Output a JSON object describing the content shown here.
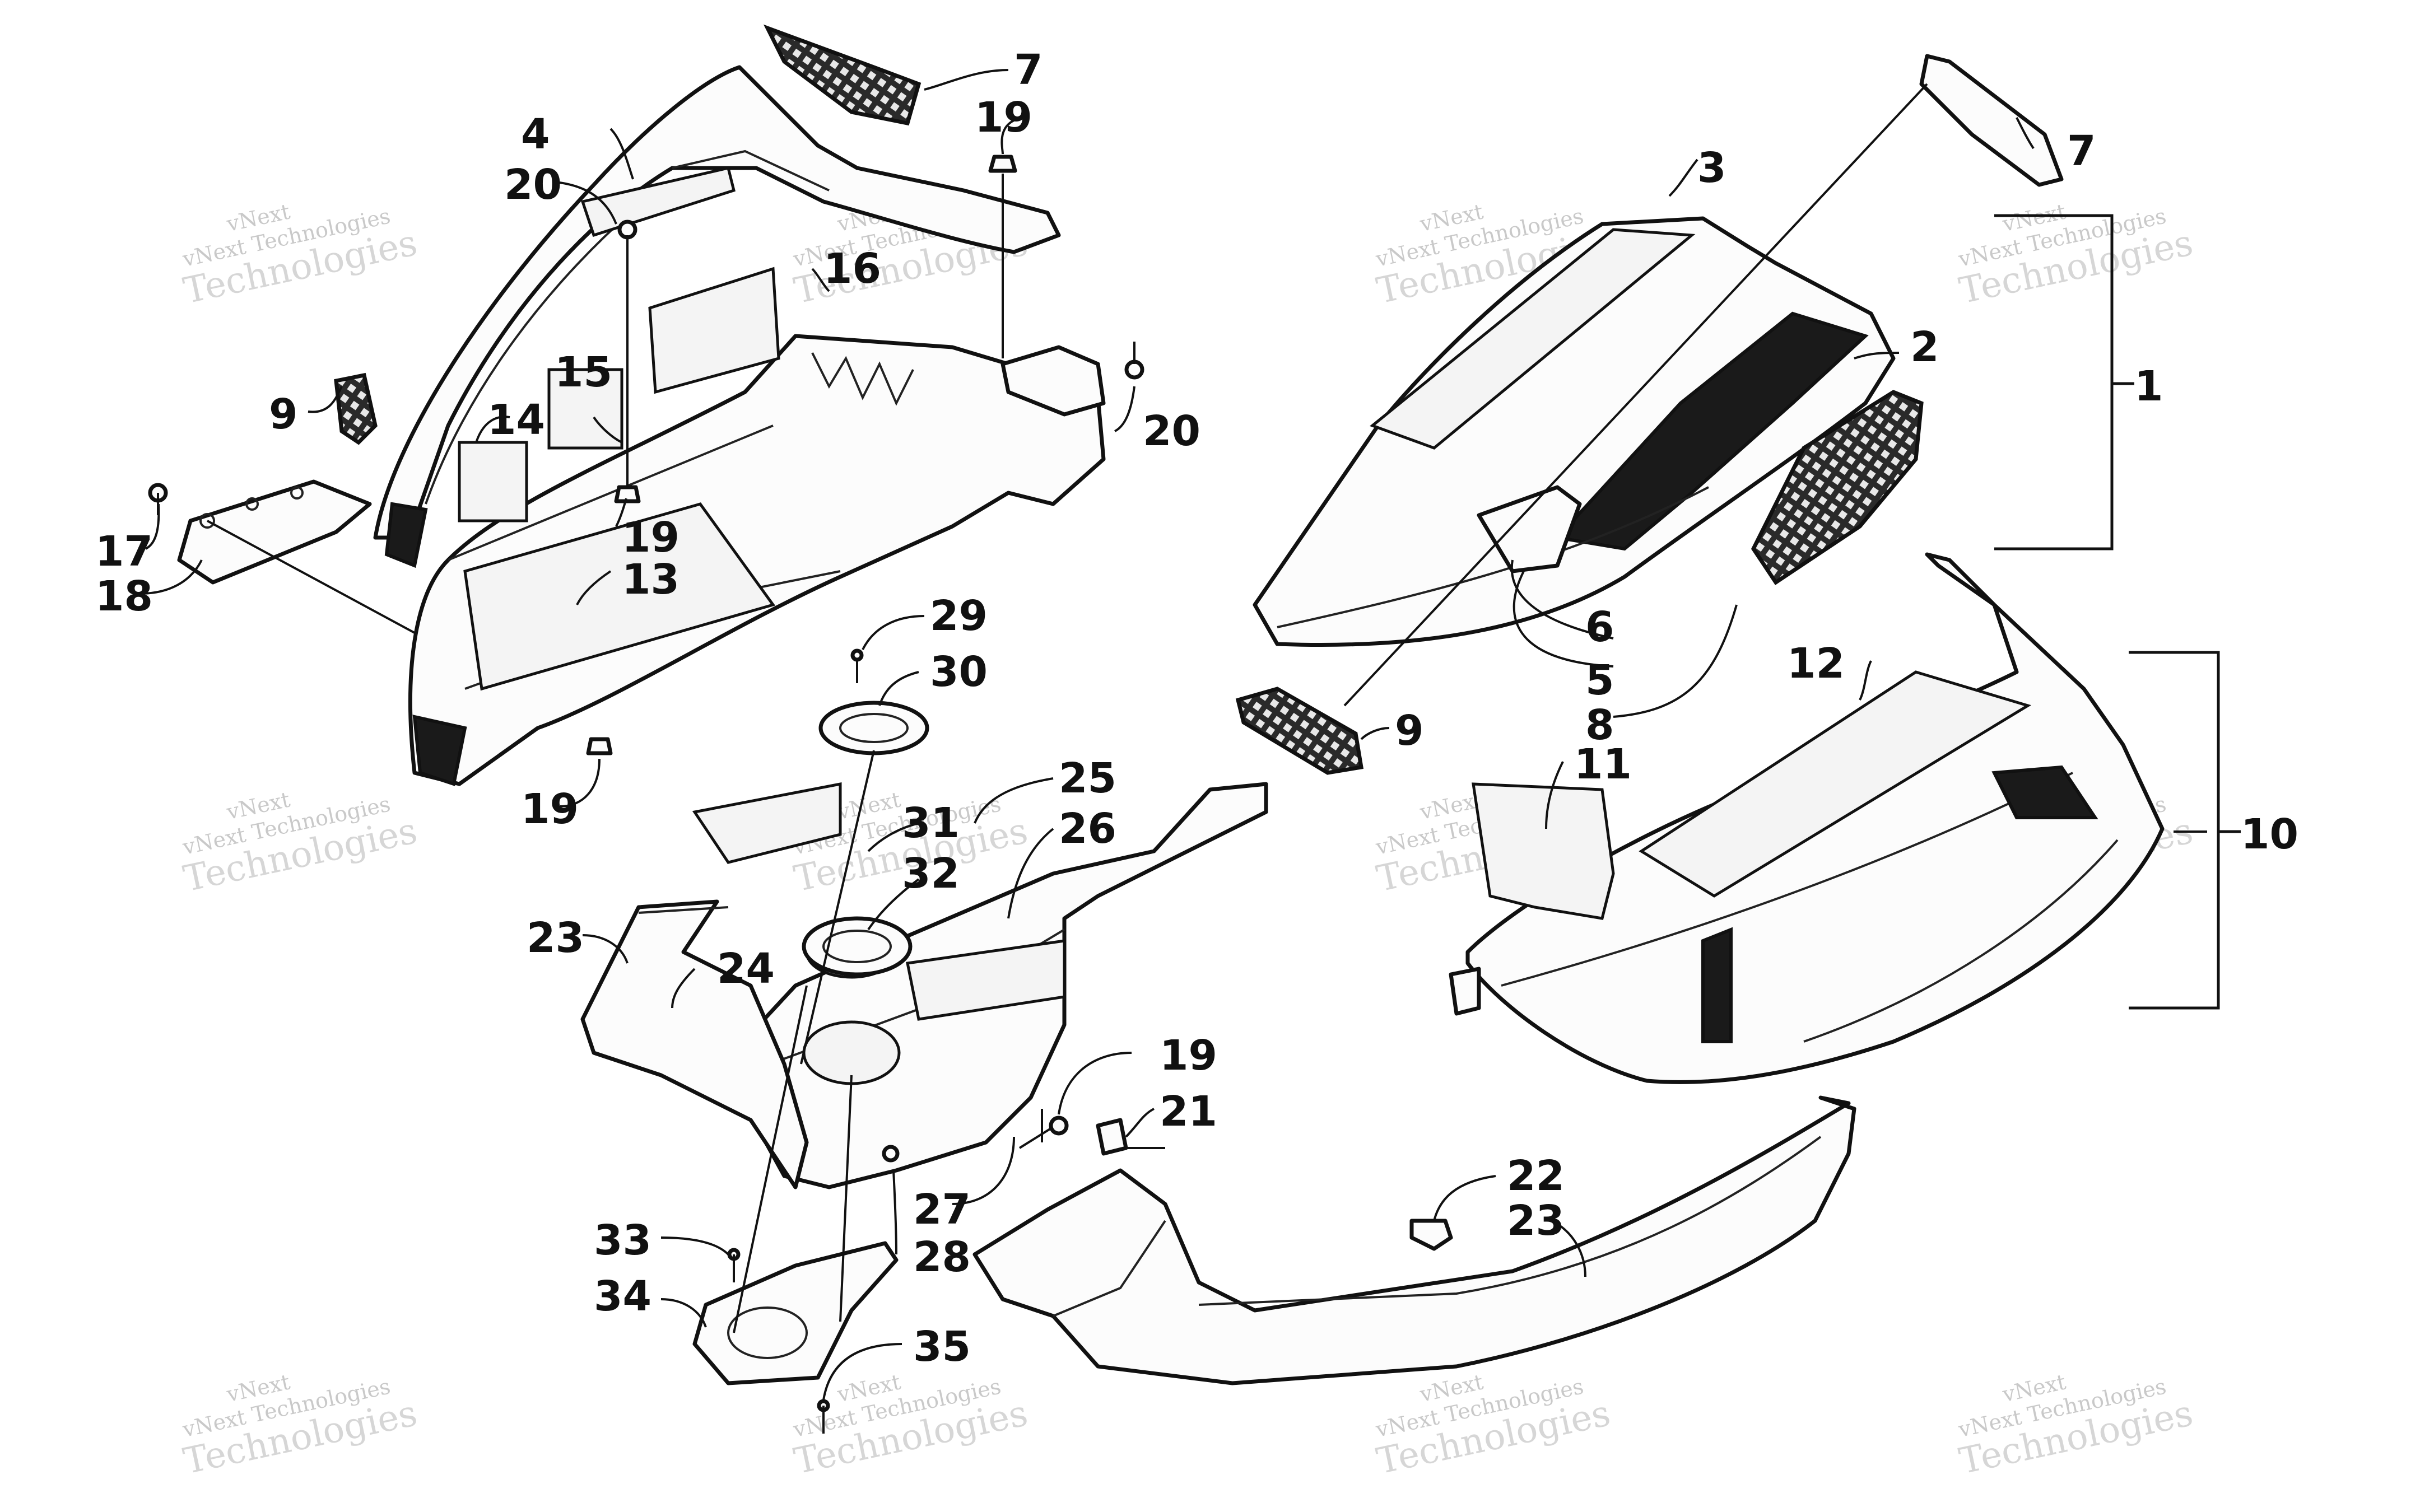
{
  "callouts": {
    "c1": "1",
    "c2": "2",
    "c3": "3",
    "c4": "4",
    "c5": "5",
    "c6": "6",
    "c7a": "7",
    "c7b": "7",
    "c8": "8",
    "c9a": "9",
    "c9b": "9",
    "c10": "10",
    "c11": "11",
    "c12": "12",
    "c13": "13",
    "c14": "14",
    "c15": "15",
    "c16": "16",
    "c17": "17",
    "c18": "18",
    "c19a": "19",
    "c19b": "19",
    "c19c": "19",
    "c19d": "19",
    "c20a": "20",
    "c20b": "20",
    "c21": "21",
    "c22": "22",
    "c23a": "23",
    "c23b": "23",
    "c24": "24",
    "c25": "25",
    "c26": "26",
    "c27": "27",
    "c28": "28",
    "c29": "29",
    "c30": "30",
    "c31": "31",
    "c32": "32",
    "c33": "33",
    "c34": "34",
    "c35": "35"
  },
  "watermark": {
    "line1": "vNext",
    "line2": "vNext Technologies",
    "line3": "Technologies"
  },
  "colors": {
    "ink": "#111111",
    "paper": "#ffffff",
    "watermark": "#c9c9c9"
  }
}
